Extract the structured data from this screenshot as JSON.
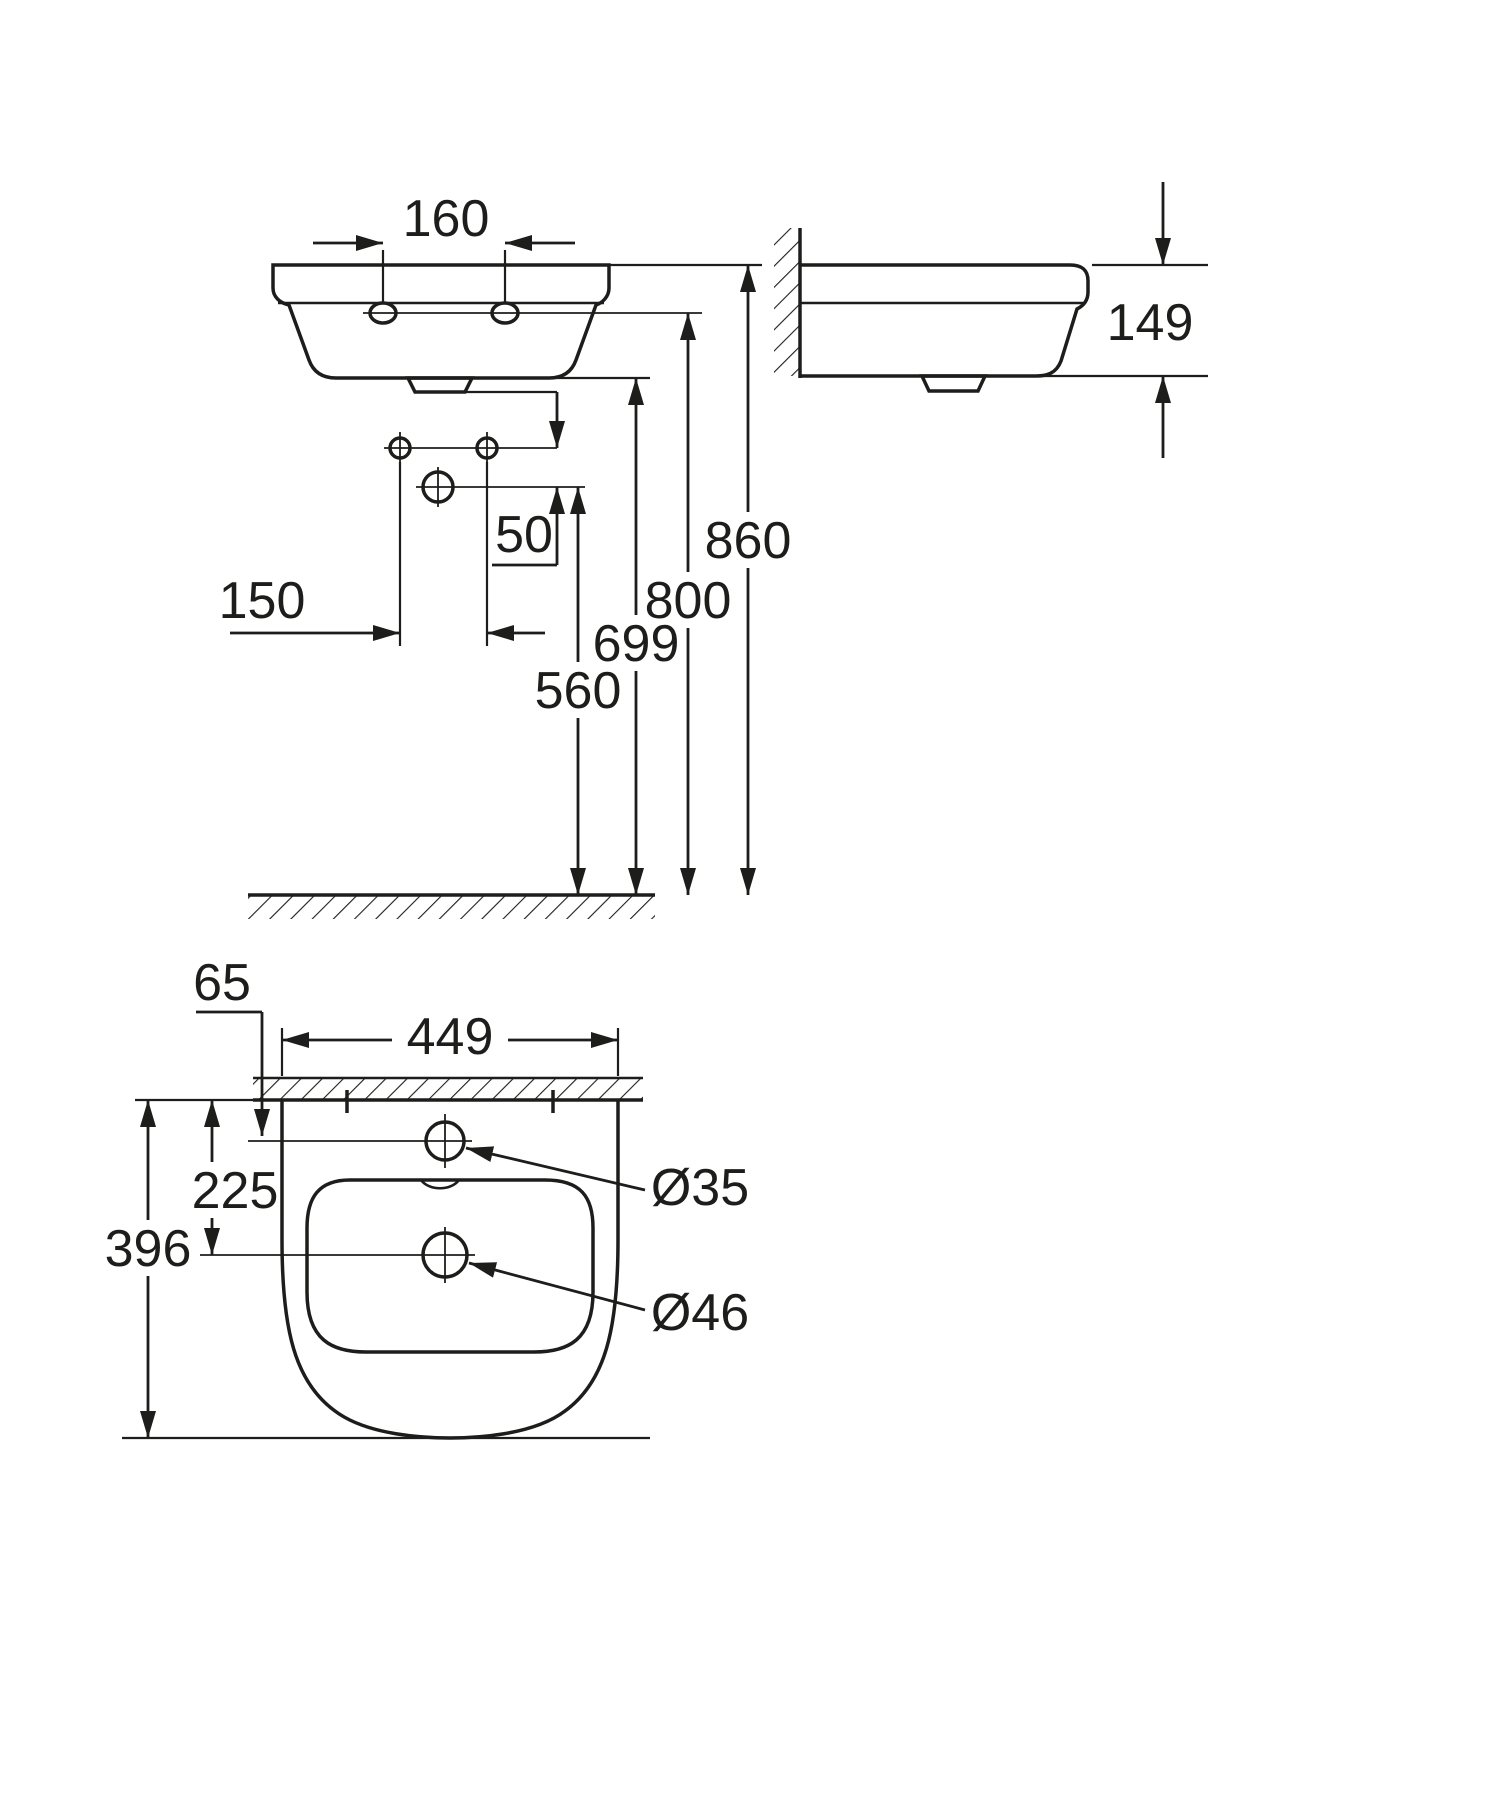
{
  "drawing": {
    "background": "#ffffff",
    "line_color": "#1d1d1b",
    "views": {
      "front": {
        "tap_hole_spacing": "160",
        "fixing_hole_spacing": "150",
        "fixing_to_drain_offset": "50",
        "rim_height": "860",
        "tap_deck_height": "800",
        "underside_height": "699",
        "drain_height": "560"
      },
      "side": {
        "basin_height": "149"
      },
      "plan": {
        "overall_width": "449",
        "overall_depth": "396",
        "wall_to_drain": "225",
        "wall_to_tap_hole": "65",
        "tap_hole_diameter": "Ø35",
        "drain_diameter": "Ø46"
      }
    }
  }
}
